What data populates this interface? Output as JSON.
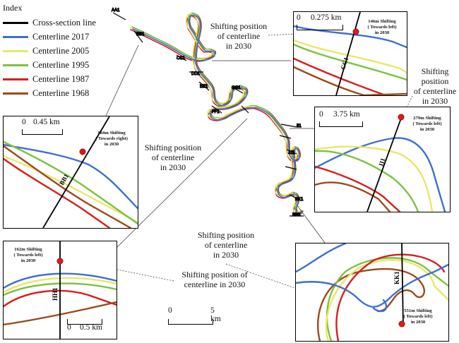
{
  "legend": {
    "title": "Index",
    "items": [
      {
        "label": "Cross-section line",
        "color": "#000000"
      },
      {
        "label": "Centerline 2017",
        "color": "#3f6fd1"
      },
      {
        "label": "Centerline 2005",
        "color": "#e8e86a"
      },
      {
        "label": "Centerline 1995",
        "color": "#7cc242"
      },
      {
        "label": "Centerline 1987",
        "color": "#d42020"
      },
      {
        "label": "Centerline 1968",
        "color": "#9c4a1a"
      }
    ]
  },
  "annotations": {
    "shift_label": "Shifting position of centerline in 2030",
    "shift_label_a": "Shifting position\nof centerline\nin 2030",
    "shift_label_b": "Shifting\nposition\nof centerline\nin 2030",
    "shift_label_c": "Shifting position of\ncenterline in 2030"
  },
  "panels": {
    "cc1": {
      "section": "CC1",
      "scale": "0.275 km",
      "scale_zero": "0",
      "shift": "146m Shifting\n( Towards left)\nin 2030"
    },
    "bb1": {
      "section": "BB1",
      "scale": "0.45 km",
      "scale_zero": "0",
      "shift": "184m Shifting\n( Towards right)\nin 2030"
    },
    "ii1": {
      "section": "II1",
      "scale": "3.75 km",
      "scale_zero": "0",
      "shift": "279m Shifting\n( Towards left)\nin 2030"
    },
    "hh1": {
      "section": "HH1",
      "scale": "0.5 km",
      "scale_zero": "0",
      "shift": "162m Shifting\n( Towards left)\nin 2030"
    },
    "kk1": {
      "section": "KK1",
      "shift": "551m Shifting\n( Towards left)\nin 2030"
    }
  },
  "main_scale": {
    "zero": "0",
    "label": "5 km"
  },
  "map_sections": [
    "AA1",
    "BB1",
    "CC1",
    "DD1",
    "EE1",
    "FF1",
    "GG1",
    "II1",
    "JJ1",
    "KK1",
    "NN1"
  ]
}
